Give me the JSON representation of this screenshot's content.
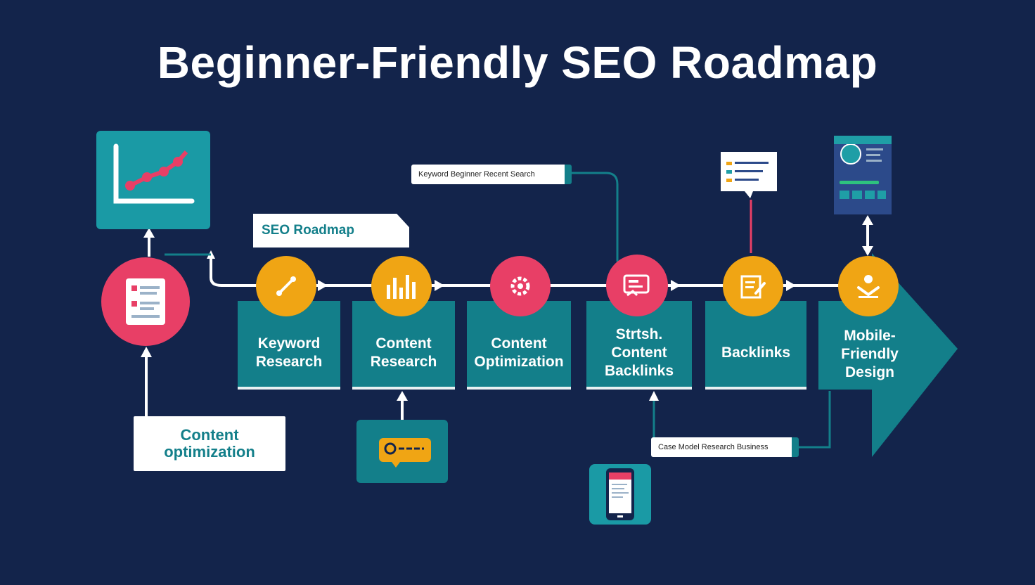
{
  "title": "Beginner-Friendly SEO Roadmap",
  "roadmap_tag": "SEO Roadmap",
  "top_tag": "Keyword Beginner Recent Search",
  "bottom_tag": "Case Model Research Business",
  "callout": "Content\noptimization",
  "steps": [
    {
      "label": "Keyword\nResearch",
      "icon": "link-icon",
      "color": "#f0a514"
    },
    {
      "label": "Content\nResearch",
      "icon": "bar-chart-icon",
      "color": "#f0a514"
    },
    {
      "label": "Content\nOptimization",
      "icon": "gear-icon",
      "color": "#e83f66"
    },
    {
      "label": "Strtsh.\nContent\nBacklinks",
      "icon": "content-icon",
      "color": "#e83f66"
    },
    {
      "label": "Backlinks",
      "icon": "edit-document-icon",
      "color": "#f0a514"
    },
    {
      "label": "Mobile-\nFriendly\nDesign",
      "icon": "person-icon",
      "color": "#f0a514"
    }
  ],
  "colors": {
    "background": "#13244b",
    "teal": "#137f8a",
    "pink": "#e83f66",
    "amber": "#f0a514",
    "white": "#ffffff"
  }
}
